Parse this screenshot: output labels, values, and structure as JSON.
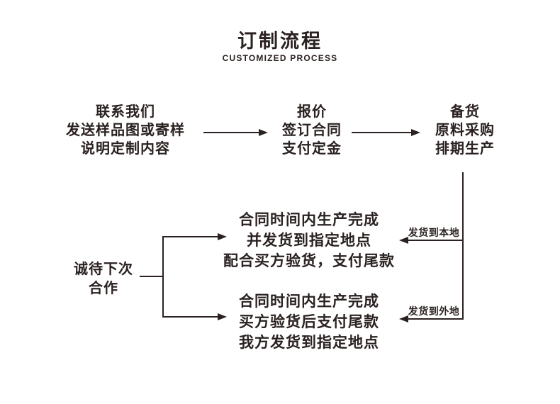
{
  "title": {
    "zh": "订制流程",
    "en": "CUSTOMIZED PROCESS"
  },
  "steps": [
    {
      "lines": [
        "联系我们",
        "发送样品图或寄样",
        "说明定制内容"
      ]
    },
    {
      "lines": [
        "报价",
        "签订合同",
        "支付定金"
      ]
    },
    {
      "lines": [
        "备货",
        "原料采购",
        "排期生产"
      ]
    }
  ],
  "branches": {
    "local": {
      "label": "发货到本地",
      "lines": [
        "合同时间内生产完成",
        "并发货到指定地点",
        "配合买方验货，支付尾款"
      ]
    },
    "remote": {
      "label": "发货到外地",
      "lines": [
        "合同时间内生产完成",
        "买方验货后支付尾款",
        "我方发货到指定地点"
      ]
    }
  },
  "closing": {
    "lines": [
      "诚待下次",
      "合作"
    ]
  },
  "colors": {
    "ink": "#2a2220",
    "background": "#ffffff"
  }
}
